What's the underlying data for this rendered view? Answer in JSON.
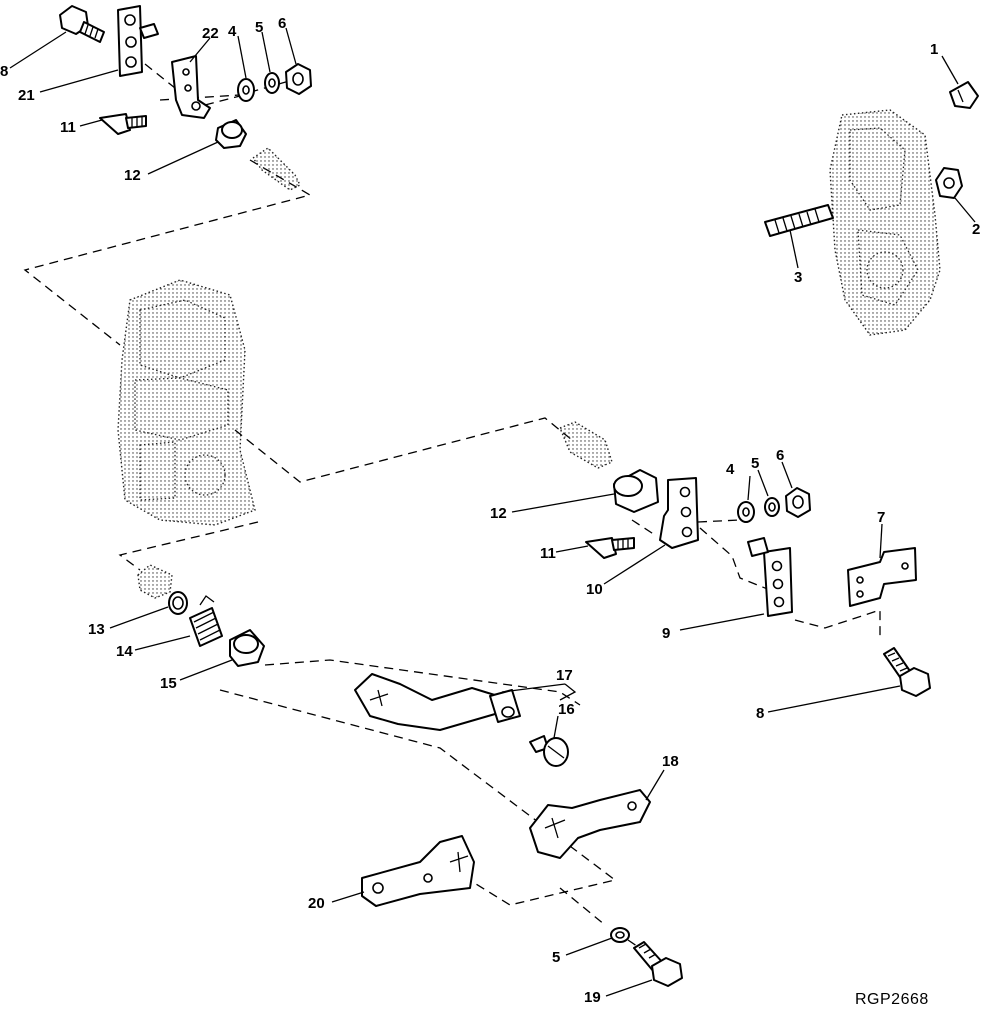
{
  "diagram": {
    "reference_code": "RGP2668",
    "callouts": [
      "1",
      "2",
      "3",
      "4",
      "5",
      "6",
      "7",
      "8",
      "9",
      "10",
      "11",
      "12",
      "13",
      "14",
      "15",
      "16",
      "17",
      "18",
      "19",
      "20",
      "21",
      "22"
    ]
  }
}
